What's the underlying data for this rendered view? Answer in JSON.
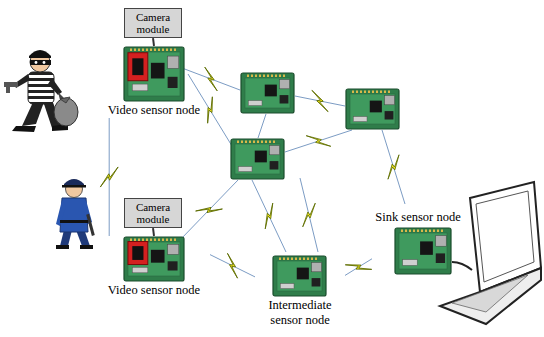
{
  "diagram": {
    "nodes": [
      {
        "text": [
          "Camera module"
        ]
      },
      {
        "text": [
          "Video sensor node"
        ]
      },
      {
        "text": [
          "Camera module"
        ]
      },
      {
        "text": [
          "Video sensor node"
        ]
      },
      {
        "text": [
          "Intermediate sensor node"
        ]
      },
      {
        "text": [
          "Sink sensor node"
        ]
      }
    ],
    "edges": [
      {
        "from": 0,
        "to": 1,
        "arrow": "none"
      },
      {
        "from": 2,
        "to": 3,
        "arrow": "none"
      },
      {
        "from": 1,
        "to": 3,
        "arrow": "none"
      },
      {
        "from": 3,
        "to": 4,
        "arrow": "none"
      },
      {
        "from": 4,
        "to": 5,
        "arrow": "none"
      }
    ]
  }
}
